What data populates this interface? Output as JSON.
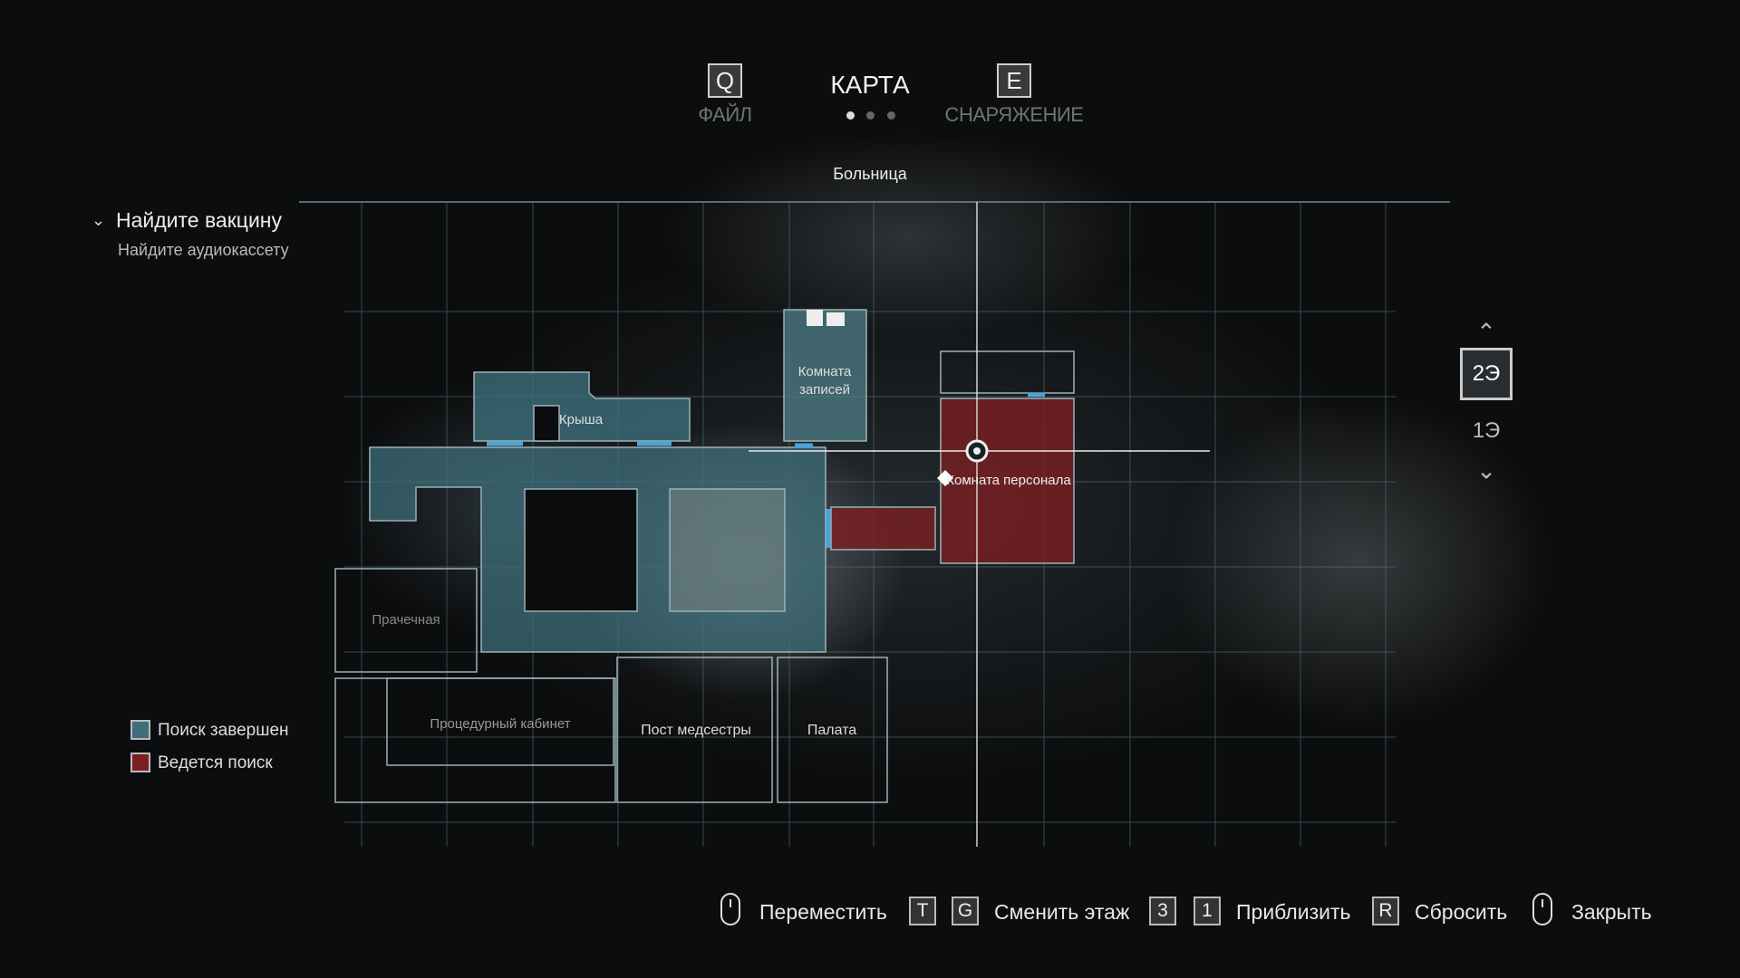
{
  "tabs": {
    "left": {
      "key": "Q",
      "label": "ФАЙЛ"
    },
    "center": {
      "label": "КАРТА",
      "page_count": 3,
      "active_page": 1
    },
    "right": {
      "key": "E",
      "label": "СНАРЯЖЕНИЕ"
    }
  },
  "area_name": "Больница",
  "objective": {
    "title": "Найдите вакцину",
    "subtitle": "Найдите аудиокассету"
  },
  "floors": {
    "current": "2Э",
    "other": "1Э"
  },
  "rooms": {
    "roof": "Крыша",
    "records_line1": "Комната",
    "records_line2": "записей",
    "staff": "Комната персонала",
    "laundry": "Прачечная",
    "treatment": "Процедурный кабинет",
    "nurse": "Пост медсестры",
    "ward": "Палата"
  },
  "legend": [
    {
      "label": "Поиск завершен",
      "color": "#3d6e7a"
    },
    {
      "label": "Ведется поиск",
      "color": "#7a1f22"
    }
  ],
  "controls": {
    "move": "Переместить",
    "floor_key1": "T",
    "floor_key2": "G",
    "floor": "Сменить этаж",
    "zoom_key1": "3",
    "zoom_key2": "1",
    "zoom": "Приблизить",
    "reset_key": "R",
    "reset": "Сбросить",
    "close": "Закрыть"
  },
  "colors": {
    "explored": "#3d6e7a",
    "in_progress": "#7a1f22",
    "door": "#4aa3d8"
  }
}
